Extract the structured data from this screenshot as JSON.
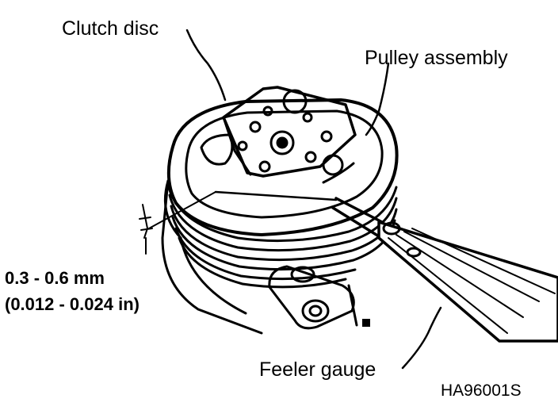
{
  "labels": {
    "clutch_disc": "Clutch disc",
    "pulley_assembly": "Pulley assembly",
    "clearance_mm": "0.3 - 0.6 mm",
    "clearance_in": "(0.012 - 0.024 in)",
    "feeler_gauge": "Feeler gauge",
    "figure_code": "HA96001S"
  },
  "colors": {
    "ink": "#000000",
    "paper": "#ffffff"
  }
}
